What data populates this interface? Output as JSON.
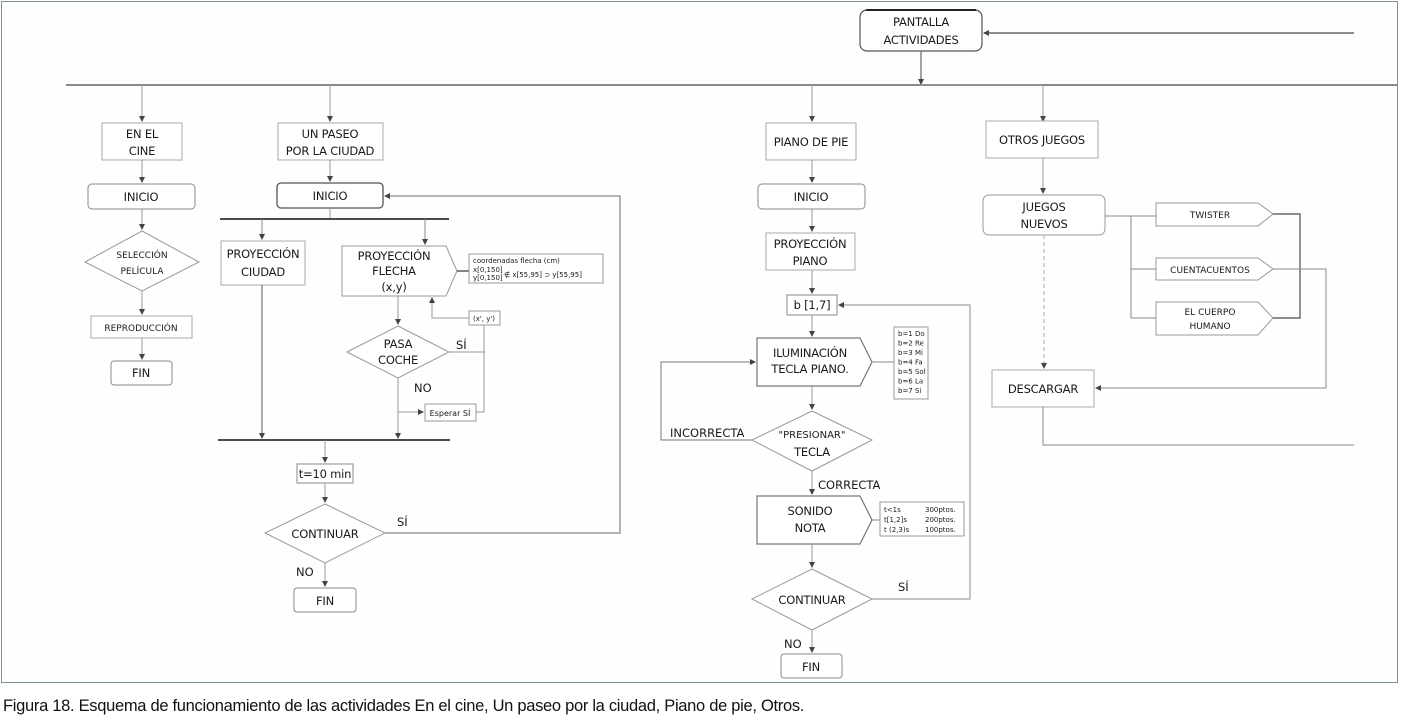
{
  "caption": "Figura 18. Esquema de funcionamiento de las actividades En el cine, Un paseo por la ciudad, Piano de pie, Otros.",
  "root": {
    "line1": "PANTALLA",
    "line2": "ACTIVIDADES"
  },
  "cine": {
    "title1": "EN EL",
    "title2": "CINE",
    "inicio": "INICIO",
    "decision1": "SELECCIÓN",
    "decision2": "PELÍCULA",
    "reproduccion": "REPRODUCCIÓN",
    "fin": "FIN"
  },
  "paseo": {
    "title1": "UN PASEO",
    "title2": "POR LA CIUDAD",
    "inicio": "INICIO",
    "proy_ciudad1": "PROYECCIÓN",
    "proy_ciudad2": "CIUDAD",
    "proy_flecha1": "PROYECCIÓN",
    "proy_flecha2": "FLECHA",
    "proy_flecha3": "(x,y)",
    "coords_title": "coordenadas flecha (cm)",
    "coords_x": "x[0,150]",
    "coords_y": "y[0,150]",
    "coords_cond": "∉ x[55,95] ⊃ y[55,95]",
    "xy_prime": "(x', y')",
    "pasa1": "PASA",
    "pasa2": "COCHE",
    "si": "SÍ",
    "no": "NO",
    "esperar": "Esperar SÍ",
    "timer": "t=10 min",
    "continuar": "CONTINUAR",
    "cont_si": "SÍ",
    "cont_no": "NO",
    "fin": "FIN"
  },
  "piano": {
    "title": "PIANO DE PIE",
    "inicio": "INICIO",
    "proy1": "PROYECCIÓN",
    "proy2": "PIANO",
    "b_range": "b [1,7]",
    "ilum1": "ILUMINACIÓN",
    "ilum2": "TECLA PIANO.",
    "notes": [
      "b=1 Do",
      "b=2 Re",
      "b=3 Mi",
      "b=4 Fa",
      "b=5 Sol",
      "b=6 La",
      "b=7 Si"
    ],
    "presionar1": "\"PRESIONAR\"",
    "presionar2": "TECLA",
    "incorrecta": "INCORRECTA",
    "correcta": "CORRECTA",
    "sonido1": "SONIDO",
    "sonido2": "NOTA",
    "scores": [
      {
        "time": "t<1s",
        "points": "300ptos."
      },
      {
        "time": "t[1,2]s",
        "points": "200ptos."
      },
      {
        "time": "t (2,3)s",
        "points": "100ptos."
      }
    ],
    "continuar": "CONTINUAR",
    "cont_si": "SÍ",
    "cont_no": "NO",
    "fin": "FIN"
  },
  "otros": {
    "title": "OTROS JUEGOS",
    "juegos1": "JUEGOS",
    "juegos2": "NUEVOS",
    "twister": "TWISTER",
    "cuentacuentos": "CUENTACUENTOS",
    "cuerpo1": "EL CUERPO",
    "cuerpo2": "HUMANO",
    "descargar": "DESCARGAR"
  }
}
